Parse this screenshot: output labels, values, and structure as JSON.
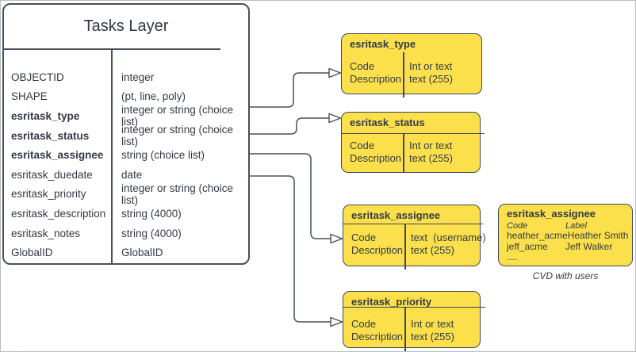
{
  "entity": {
    "title": "Tasks Layer",
    "fields": [
      {
        "name": "OBJECTID",
        "type": "integer"
      },
      {
        "name": "SHAPE",
        "type": "(pt, line, poly)"
      },
      {
        "name": "esritask_type",
        "type": "integer or string (choice list)"
      },
      {
        "name": "esritask_status",
        "type": "integer or string (choice list)"
      },
      {
        "name": "esritask_assignee",
        "type": "string (choice list)"
      },
      {
        "name": "esritask_duedate",
        "type": "date"
      },
      {
        "name": "esritask_priority",
        "type": "integer or string (choice list)"
      },
      {
        "name": "esritask_description",
        "type": "string (4000)"
      },
      {
        "name": "esritask_notes",
        "type": "string (4000)"
      },
      {
        "name": "GlobalID",
        "type": "GlobalID"
      }
    ]
  },
  "domains": {
    "type": {
      "title": "esritask_type",
      "left": [
        "Code",
        "Description"
      ],
      "right": [
        "Int or text",
        "text (255)"
      ]
    },
    "status": {
      "title": "esritask_status",
      "left": [
        "Code",
        "Description"
      ],
      "right": [
        "Int or text",
        "text (255)"
      ]
    },
    "assignee": {
      "title": "esritask_assignee",
      "left": [
        "Code",
        "Description"
      ],
      "right": [
        "text  (username)",
        "text (255)"
      ]
    },
    "priority": {
      "title": "esritask_priority",
      "left": [
        "Code",
        "Description"
      ],
      "right": [
        "Int or text",
        "text (255)"
      ]
    }
  },
  "cvd": {
    "title": "esritask_assignee",
    "columns": [
      "Code",
      "Label"
    ],
    "rows": [
      {
        "code": "heather_acme",
        "label": "Heather Smith"
      },
      {
        "code": "jeff_acme",
        "label": "Jeff Walker"
      },
      {
        "code": "....",
        "label": ""
      }
    ],
    "caption": "CVD with users"
  },
  "colors": {
    "shape_fill_yellow": "#FBE04C",
    "stroke_dark_slate": "#47505C",
    "text": "#333A45",
    "canvas_border": "#B8BDC3"
  }
}
